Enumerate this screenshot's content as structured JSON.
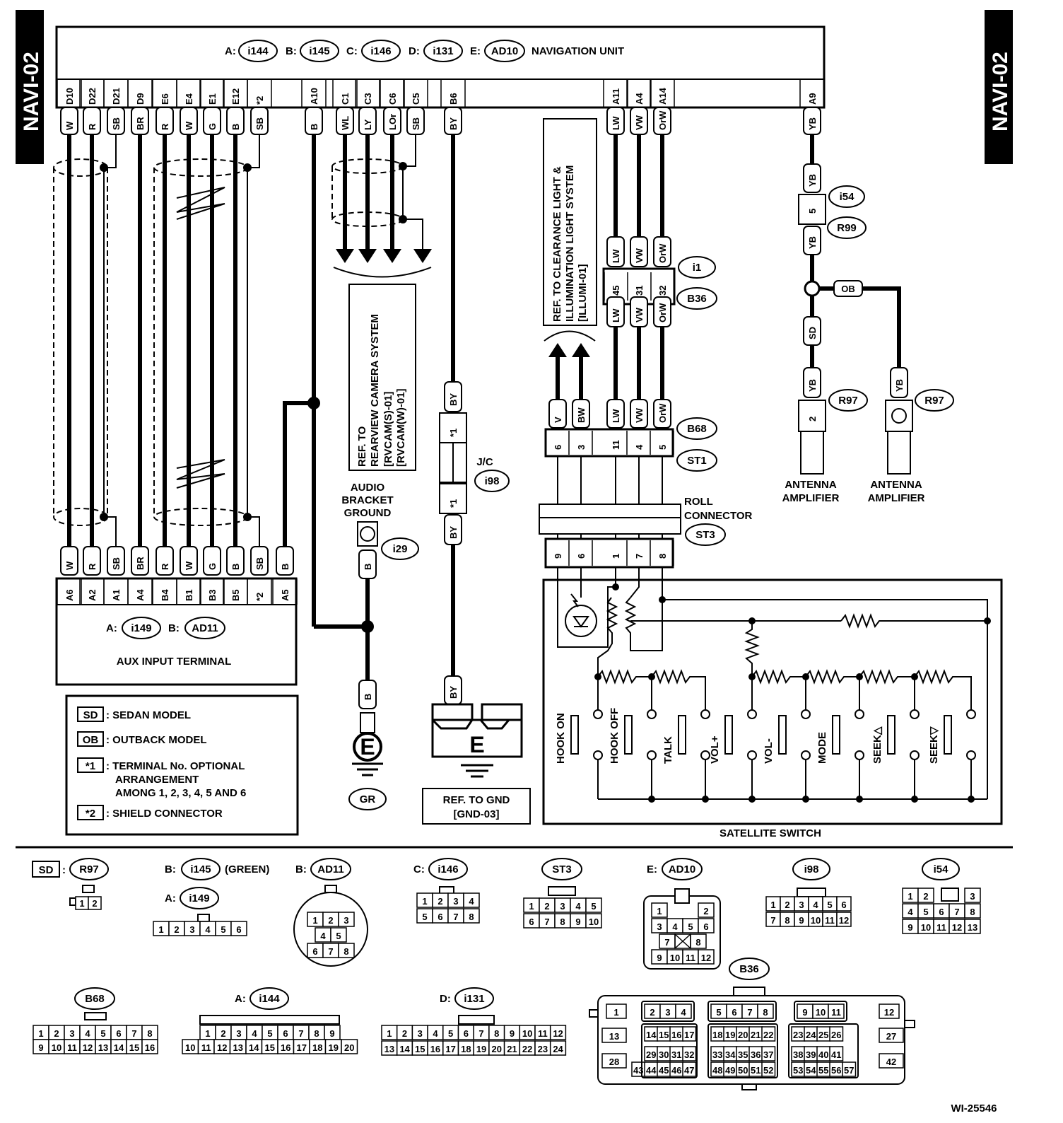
{
  "side_tab_left": "NAVI-02",
  "side_tab_right": "NAVI-02",
  "figure_id": "WI-25546",
  "navigation_unit": {
    "title": "NAVIGATION UNIT",
    "prefixes": [
      "A:",
      "B:",
      "C:",
      "D:",
      "E:"
    ],
    "connectors": [
      "i144",
      "i145",
      "i146",
      "i131",
      "AD10"
    ],
    "pins": [
      "D10",
      "D22",
      "D21",
      "D9",
      "E6",
      "E4",
      "E1",
      "E12",
      "*2",
      "A10",
      "C1",
      "C3",
      "C6",
      "C5",
      "B6",
      "A11",
      "A4",
      "A14",
      "A9"
    ],
    "wire_colors": [
      "W",
      "R",
      "SB",
      "BR",
      "R",
      "W",
      "G",
      "B",
      "SB",
      "B",
      "WL",
      "LY",
      "LOr",
      "SB",
      "BY",
      "LW",
      "VW",
      "OrW",
      "YB"
    ]
  },
  "aux_input_terminal": {
    "title": "AUX INPUT TERMINAL",
    "prefixes": [
      "A:",
      "B:"
    ],
    "connectors": [
      "i149",
      "AD11"
    ],
    "pins": [
      "A6",
      "A2",
      "A1",
      "A4",
      "B4",
      "B1",
      "B3",
      "B5",
      "*2",
      "A5"
    ],
    "wire_colors": [
      "W",
      "R",
      "SB",
      "BR",
      "R",
      "W",
      "G",
      "B",
      "SB",
      "B"
    ]
  },
  "audio_ground": {
    "label_lines": [
      "AUDIO",
      "BRACKET",
      "GROUND"
    ],
    "connector": "i29",
    "wire_color": "B",
    "wire_color_low": "B",
    "ground_symbol": "E",
    "ground_code": "GR"
  },
  "rearview_ref": [
    "REF. TO",
    "REARVIEW CAMERA SYSTEM",
    "[RVCAM(S)-01]",
    "[RVCAM(W)-01]"
  ],
  "jc": {
    "label": "J/C",
    "connector": "i98",
    "terminal_mark": "*1",
    "wire_top": "BY",
    "wire_mid": "BY",
    "wire_low": "BY",
    "ground_symbol": "E",
    "gnd_ref": [
      "REF. TO GND",
      "[GND-03]"
    ]
  },
  "clearance_ref": [
    "REF. TO CLEARANCE LIGHT &",
    "ILLUMINATION LIGHT SYSTEM",
    "[ILLUMI-01]"
  ],
  "i1_b36": {
    "connectors": [
      "i1",
      "B36"
    ],
    "pins": [
      "45",
      "31",
      "32"
    ],
    "wire_colors_top": [
      "LW",
      "VW",
      "OrW"
    ],
    "wire_colors_bottom": [
      "LW",
      "VW",
      "OrW"
    ]
  },
  "b68_st1": {
    "connectors": [
      "B68",
      "ST1"
    ],
    "pins": [
      "6",
      "3",
      "11",
      "4",
      "5"
    ],
    "wire_colors": [
      "V",
      "BW",
      "LW",
      "VW",
      "OrW"
    ]
  },
  "roll_connector": {
    "label_lines": [
      "ROLL",
      "CONNECTOR"
    ],
    "connector": "ST3",
    "pins": [
      "9",
      "6",
      "1",
      "7",
      "8"
    ]
  },
  "satellite_switch": {
    "title": "SATELLITE SWITCH",
    "switches": [
      "HOOK ON",
      "HOOK OFF",
      "TALK",
      "VOL+",
      "VOL-",
      "MODE",
      "SEEK△",
      "SEEK▽"
    ]
  },
  "antenna": {
    "connectors": [
      "i54",
      "R99",
      "R97",
      "R97"
    ],
    "pin": "5",
    "pin_r97": "2",
    "wire_colors": [
      "YB",
      "YB",
      "SD",
      "OB",
      "YB",
      "YB"
    ],
    "amplifier_lines": [
      "ANTENNA",
      "AMPLIFIER"
    ]
  },
  "legend": [
    {
      "code": "SD",
      "text": ": SEDAN MODEL"
    },
    {
      "code": "OB",
      "text": ": OUTBACK MODEL"
    },
    {
      "code": "*1",
      "text": ": TERMINAL No. OPTIONAL",
      "extra": [
        "ARRANGEMENT",
        "AMONG 1, 2, 3, 4, 5 AND 6"
      ]
    },
    {
      "code": "*2",
      "text": ": SHIELD CONNECTOR"
    }
  ],
  "connector_views": [
    {
      "prefix": "SD",
      "sep": ":",
      "name": "R97",
      "rows": [
        [
          "1",
          "2"
        ]
      ]
    },
    {
      "prefix": "B:",
      "name": "i145",
      "suffix": "(GREEN)",
      "rows": []
    },
    {
      "prefix": "A:",
      "name": "i149",
      "rows": [
        [
          "1",
          "2",
          "3",
          "4",
          "5",
          "6"
        ]
      ]
    },
    {
      "prefix": "B:",
      "name": "AD11",
      "rows": [
        [
          "1",
          "2",
          "3"
        ],
        [
          "4",
          "5"
        ],
        [
          "6",
          "7",
          "8"
        ]
      ]
    },
    {
      "prefix": "C:",
      "name": "i146",
      "rows": [
        [
          "1",
          "2",
          "3",
          "4"
        ],
        [
          "5",
          "6",
          "7",
          "8"
        ]
      ]
    },
    {
      "prefix": "",
      "name": "ST3",
      "rows": [
        [
          "1",
          "2",
          "3",
          "4",
          "5"
        ],
        [
          "6",
          "7",
          "8",
          "9",
          "10"
        ]
      ]
    },
    {
      "prefix": "E:",
      "name": "AD10",
      "rows": [
        [
          "1",
          "2"
        ],
        [
          "3",
          "4",
          "5",
          "6"
        ],
        [
          "7",
          "8"
        ],
        [
          "9",
          "10",
          "11",
          "12"
        ]
      ]
    },
    {
      "prefix": "",
      "name": "i98",
      "rows": [
        [
          "1",
          "2",
          "3",
          "4",
          "5",
          "6"
        ],
        [
          "7",
          "8",
          "9",
          "10",
          "11",
          "12"
        ]
      ]
    },
    {
      "prefix": "",
      "name": "i54",
      "rows": [
        [
          "1",
          "2",
          "3"
        ],
        [
          "4",
          "5",
          "6",
          "7",
          "8"
        ],
        [
          "9",
          "10",
          "11",
          "12",
          "13"
        ]
      ]
    },
    {
      "prefix": "",
      "name": "B68",
      "rows": [
        [
          "1",
          "2",
          "3",
          "4",
          "5",
          "6",
          "7",
          "8"
        ],
        [
          "9",
          "10",
          "11",
          "12",
          "13",
          "14",
          "15",
          "16"
        ]
      ]
    },
    {
      "prefix": "A:",
      "name": "i144",
      "rows": [
        [
          "1",
          "2",
          "3",
          "4",
          "5",
          "6",
          "7",
          "8",
          "9"
        ],
        [
          "10",
          "11",
          "12",
          "13",
          "14",
          "15",
          "16",
          "17",
          "18",
          "19",
          "20"
        ]
      ]
    },
    {
      "prefix": "D:",
      "name": "i131",
      "rows": [
        [
          "1",
          "2",
          "3",
          "4",
          "5",
          "6",
          "7",
          "8",
          "9",
          "10",
          "11",
          "12"
        ],
        [
          "13",
          "14",
          "15",
          "16",
          "17",
          "18",
          "19",
          "20",
          "21",
          "22",
          "23",
          "24"
        ]
      ]
    },
    {
      "prefix": "",
      "name": "B36",
      "rows": [
        [
          "1",
          "2",
          "3",
          "4",
          "5",
          "6",
          "7",
          "8",
          "9",
          "10",
          "11",
          "12"
        ],
        [
          "13",
          "14",
          "15",
          "16",
          "17",
          "18",
          "19",
          "20",
          "21",
          "22",
          "23",
          "24",
          "25",
          "26",
          "27"
        ],
        [
          "28",
          "29",
          "30",
          "31",
          "32",
          "33",
          "34",
          "35",
          "36",
          "37",
          "38",
          "39",
          "40",
          "41",
          "42"
        ],
        [
          "43",
          "44",
          "45",
          "46",
          "47",
          "48",
          "49",
          "50",
          "51",
          "52",
          "53",
          "54",
          "55",
          "56",
          "57"
        ]
      ]
    }
  ]
}
